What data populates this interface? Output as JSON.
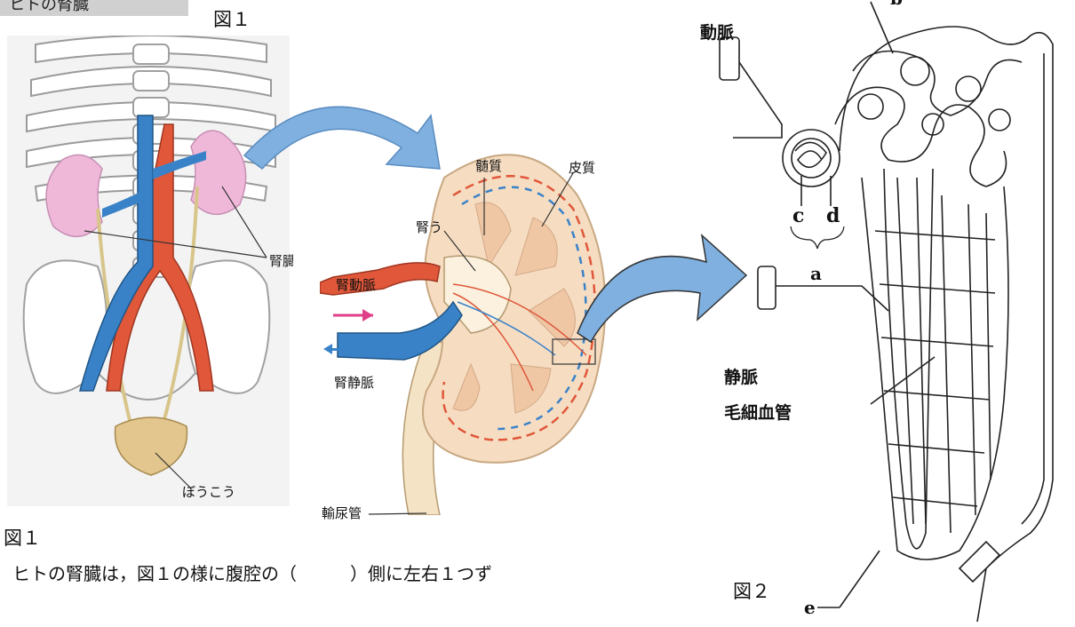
{
  "header": {
    "section_tag": "ヒトの腎臓",
    "top_figure_label": "図１"
  },
  "figure1": {
    "caption": "図１",
    "labels": {
      "kidney": "腎臓",
      "bladder": "ぼうこう",
      "medulla": "髄質",
      "cortex": "皮質",
      "pelvis": "腎う",
      "renal_artery": "腎動脈",
      "renal_vein": "腎静脈",
      "ureter": "輸尿管"
    }
  },
  "figure2": {
    "caption": "図２",
    "labels": {
      "artery": "動脈",
      "vein": "静脈",
      "capillary": "毛細血管",
      "a": "a",
      "b": "b",
      "c": "c",
      "d": "d",
      "e": "e"
    }
  },
  "body_text": "ヒトの腎臓は，図１の様に腹腔の（　　　）側に左右１つず",
  "colors": {
    "artery_red": "#e0573a",
    "vein_blue": "#3a82c8",
    "kidney_pink": "#f0b8d8",
    "arrow_blue": "#7fb0e0",
    "bone_gray": "#e8e8e8"
  }
}
